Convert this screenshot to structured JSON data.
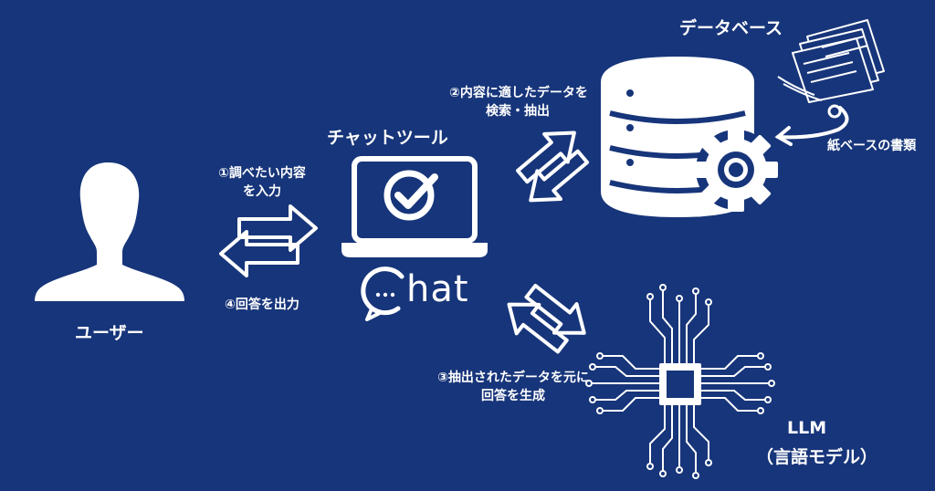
{
  "nodes": {
    "user": "ユーザー",
    "chat_tool": "チャットツール",
    "chat_logo_tail": "hat",
    "database": "データベース",
    "paper_docs": "紙ベースの書類",
    "llm_title": "LLM",
    "llm_subtitle": "（言語モデル）"
  },
  "steps": {
    "step1_line1": "①調べたい内容",
    "step1_line2": "を入力",
    "step2_line1": "②内容に適したデータを",
    "step2_line2": "検索・抽出",
    "step3_line1": "③抽出されたデータを元に",
    "step3_line2": "回答を生成",
    "step4": "④回答を出力"
  },
  "colors": {
    "background": "#17357a",
    "foreground": "#ffffff"
  }
}
